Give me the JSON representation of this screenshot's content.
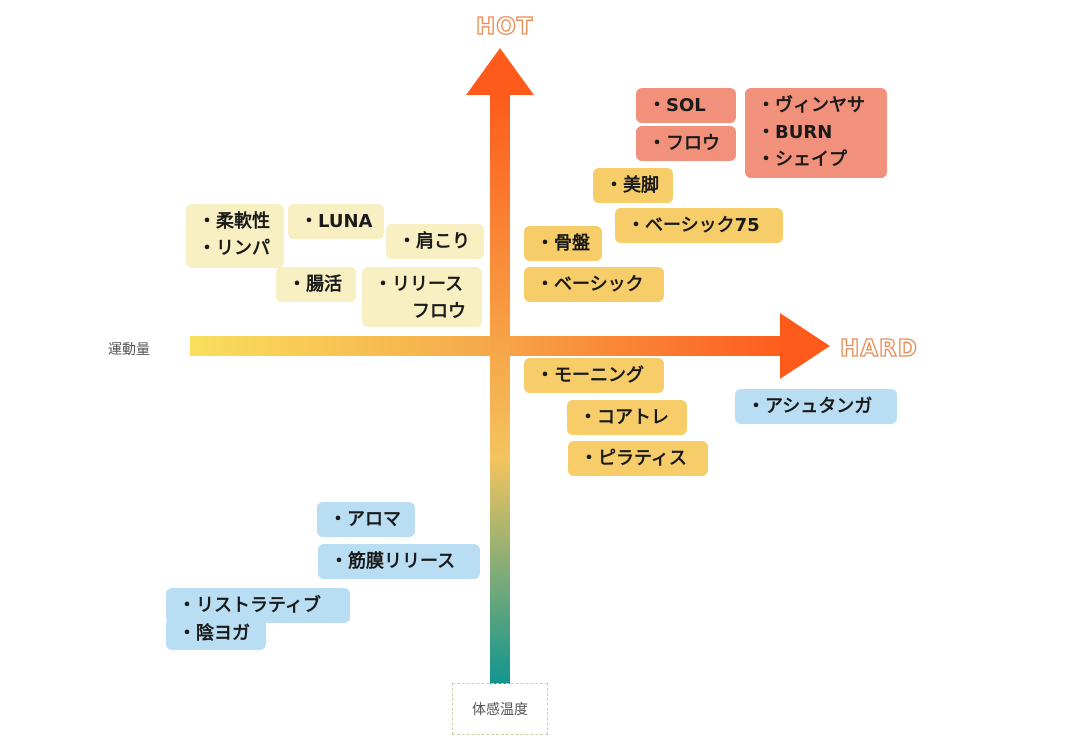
{
  "axes": {
    "top_label": "HOT",
    "right_label": "HARD",
    "x_axis_label": "運動量",
    "y_axis_label": "体感温度"
  },
  "colors": {
    "hot_red": "#f1907b",
    "warm_orange": "#f6cd69",
    "pale_yellow": "#f8efc2",
    "cool_blue": "#b9def3",
    "arrow_top": "#fe5a1c",
    "arrow_bottom": "#11958f",
    "label_outline": "#ea8a52"
  },
  "tags": {
    "sol": "・SOL",
    "flow_red": "・フロウ",
    "vinyasa": "・ヴィンヤサ",
    "burn": "・BURN",
    "shape": "・シェイプ",
    "bikyaku": "・美脚",
    "basic75": "・ベーシック75",
    "kotsuban": "・骨盤",
    "basic": "・ベーシック",
    "juunan": "・柔軟性",
    "linpa": "・リンパ",
    "luna": "・LUNA",
    "katakori": "・肩こり",
    "choukatsu": "・腸活",
    "release_flow_1": "・リリース",
    "release_flow_2": "フロウ",
    "morning": "・モーニング",
    "coretore": "・コアトレ",
    "pilates": "・ピラティス",
    "ashtanga": "・アシュタンガ",
    "aroma": "・アロマ",
    "fascia": "・筋膜リリース",
    "restorative": "・リストラティブ",
    "inyoga": "・陰ヨガ"
  }
}
